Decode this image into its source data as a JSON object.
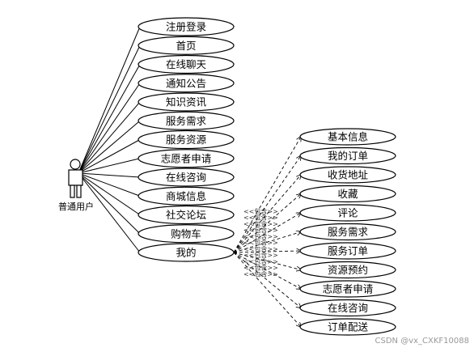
{
  "actor": {
    "label": "普通用户"
  },
  "primary_use_cases": [
    "注册登录",
    "首页",
    "在线聊天",
    "通知公告",
    "知识资讯",
    "服务需求",
    "服务资源",
    "志愿者申请",
    "在线咨询",
    "商城信息",
    "社交论坛",
    "购物车",
    "我的"
  ],
  "include_use_cases": [
    "基本信息",
    "我的订单",
    "收货地址",
    "收藏",
    "评论",
    "服务需求",
    "服务订单",
    "资源预约",
    "志愿者申请",
    "在线咨询",
    "订单配送"
  ],
  "include_label": "<<包含>>",
  "watermark": "CSDN @vx_CXKF10088"
}
